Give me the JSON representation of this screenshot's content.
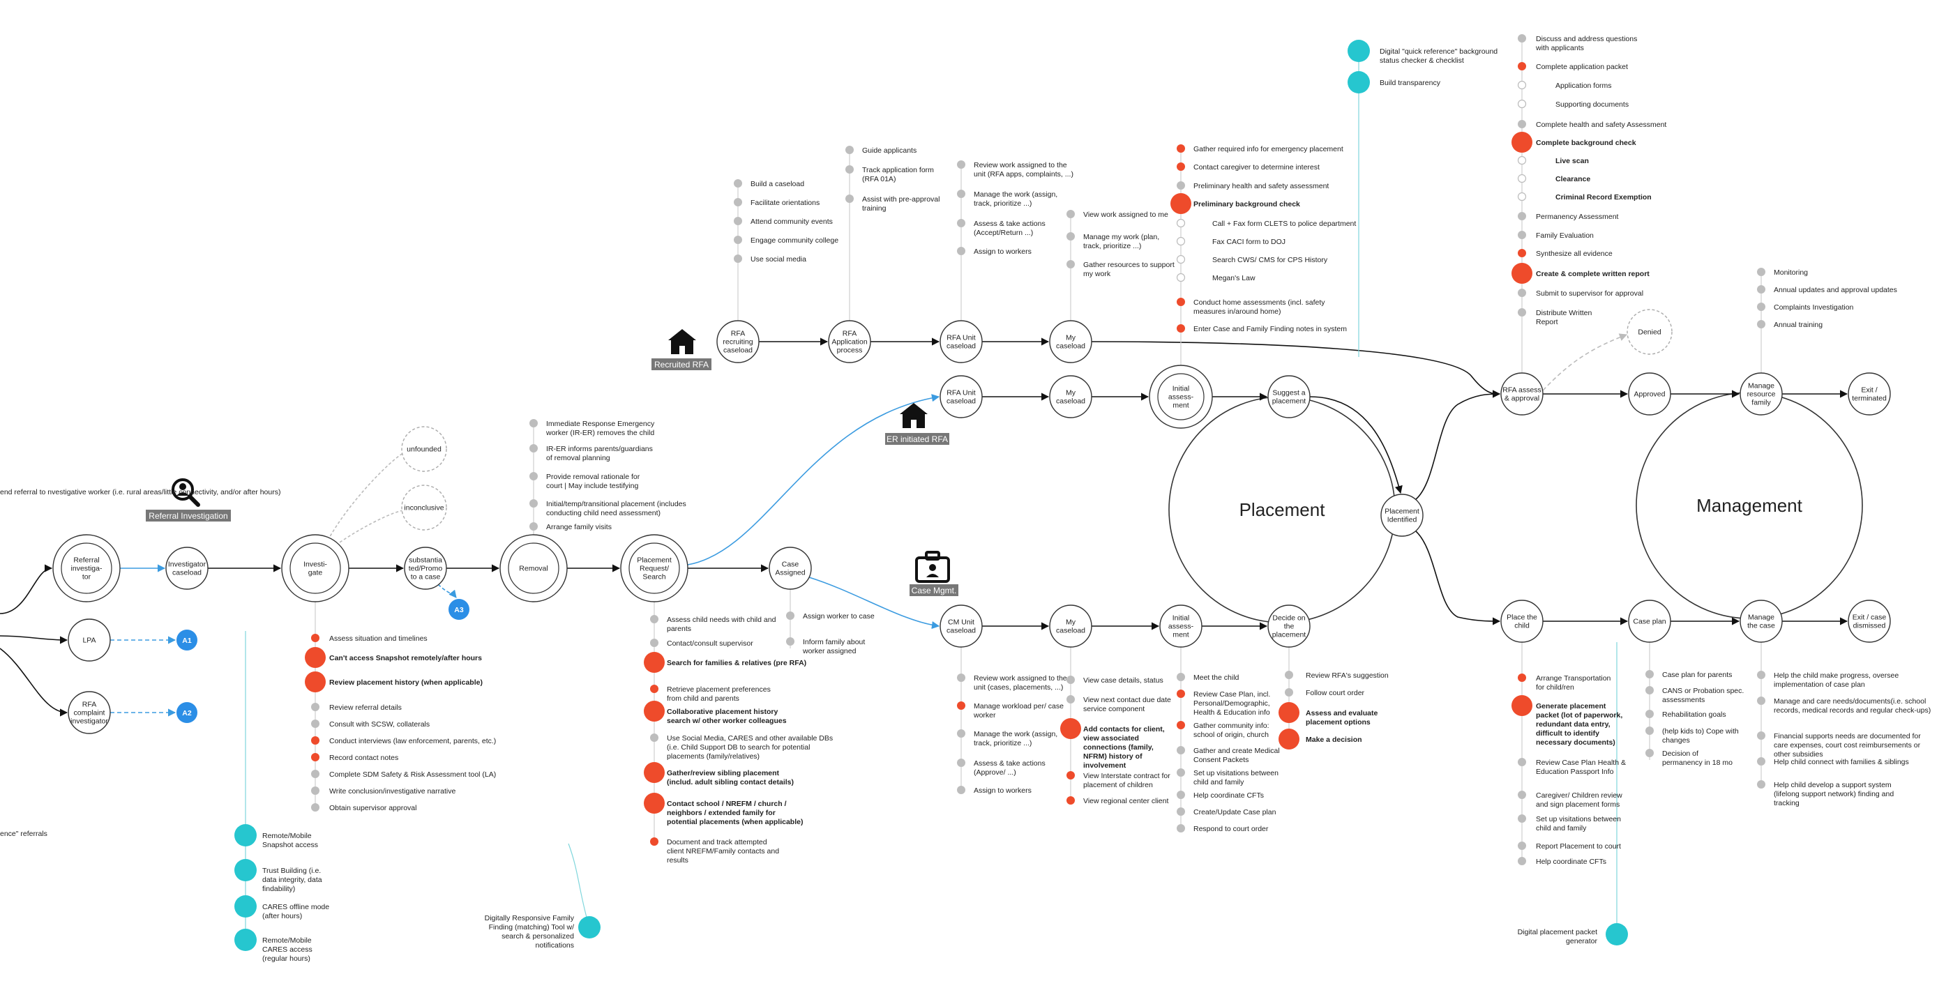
{
  "diagram": {
    "placement_title": "Placement",
    "management_title": "Management",
    "icons": {
      "recruited_rfa": "Recruited RFA",
      "referral_investigation": "Referral Investigation",
      "er_initiated_rfa": "ER initiated RFA",
      "case_mgmt": "Case Mgmt."
    },
    "nodes": {
      "rfa_recruiting": "RFA\nrecruiting\ncaseload",
      "rfa_application": "RFA\nApplication\nprocess",
      "rfa_unit_1": "RFA Unit\ncaseload",
      "my_caseload_1": "My\ncaseload",
      "rfa_unit_2": "RFA Unit\ncaseload",
      "my_caseload_2": "My\ncaseload",
      "initial_assessment_1": "Initial\nassess-\nment",
      "suggest_placement": "Suggest a\nplacement",
      "placement_identified": "Placement\nIdentified",
      "rfa_assess": "RFA assess\n& approval",
      "approved": "Approved",
      "manage_resource_family": "Manage\nresource\nfamily",
      "exit_terminated": "Exit /\nterminated",
      "denied": "Denied",
      "referral_investigator": "Referral\ninvestiga-\ntor",
      "investigator_caseload": "Investigator\ncaseload",
      "investigate": "Investi-\ngate",
      "substantiated": "substantia\nted/Promo\nto a case",
      "unfounded": "unfounded",
      "inconclusive": "inconclusive",
      "removal": "Removal",
      "placement_request": "Placement\nRequest/\nSearch",
      "case_assigned": "Case\nAssigned",
      "lpa": "LPA",
      "rfa_complaint": "RFA\ncomplaint\ninvestigator",
      "a1": "A1",
      "a2": "A2",
      "a3": "A3",
      "cm_unit": "CM Unit\ncaseload",
      "my_caseload_3": "My\ncaseload",
      "initial_assessment_2": "Initial\nassess-\nment",
      "decide_placement": "Decide on\nthe\nplacement",
      "place_child": "Place the\nchild",
      "case_plan": "Case plan",
      "manage_case": "Manage\nthe case",
      "exit_dismissed": "Exit / case\ndismissed"
    },
    "notes": {
      "left_referral": "end referral to\nnvestigative\nworker (i.e. rural\nareas/little\nconnectivity,\nand/or after\nhours)",
      "left_bottom": "ence\" referrals",
      "recruit": [
        "Build a caseload",
        "Facilitate orientations",
        "Attend community events",
        "Engage community college",
        "Use social media"
      ],
      "application": [
        "Guide applicants",
        "Track application form\n(RFA 01A)",
        "Assist with pre-approval\ntraining"
      ],
      "rfa_unit": [
        "Review work assigned to the\nunit (RFA apps, complaints, ...)",
        "Manage the work (assign,\ntrack, prioritize ...)",
        "Assess & take actions\n(Accept/Return ...)",
        "Assign to workers"
      ],
      "my_caseload": [
        "View work assigned to me",
        "Manage my work (plan,\ntrack, prioritize ...)",
        "Gather resources to support\nmy work"
      ],
      "emergency": [
        "Gather required info for emergency placement",
        "Contact caregiver to determine interest",
        "Preliminary health and safety assessment",
        "Preliminary background check",
        "Call + Fax form CLETS to police department",
        "Fax CACI form to DOJ",
        "Search CWS/ CMS for CPS History",
        "Megan's Law",
        "Conduct home assessments (incl. safety\nmeasures in/around home)",
        "Enter Case and Family Finding notes in system"
      ],
      "digital_top": [
        "Digital \"quick reference\" background\nstatus checker & checklist",
        "Build transparency"
      ],
      "approval": [
        "Discuss and address questions\nwith applicants",
        "Complete application packet",
        "Application forms",
        "Supporting documents",
        "Complete health and safety Assessment",
        "Complete background check",
        "Live scan",
        "Clearance",
        "Criminal Record Exemption",
        "Permanency Assessment",
        "Family Evaluation",
        "Synthesize all evidence",
        "Create & complete written report",
        "Submit to supervisor for approval",
        "Distribute Written\nReport"
      ],
      "resource_family": [
        "Monitoring",
        "Annual updates and approval updates",
        "Complaints Investigation",
        "Annual training"
      ],
      "removal": [
        "Immediate Response Emergency\nworker (IR-ER) removes the child",
        "IR-ER informs parents/guardians\nof removal planning",
        "Provide removal rationale for\ncourt | May include testifying",
        "Initial/temp/transitional placement (includes\nconducting child need assessment)",
        "Arrange family visits"
      ],
      "investigate": [
        "Assess situation and timelines",
        "Can't access Snapshot remotely/after hours",
        "Review placement history (when applicable)",
        "Review referral details",
        "Consult with SCSW, collaterals",
        "Conduct interviews (law enforcement, parents, etc.)",
        "Record contact notes",
        "Complete SDM Safety & Risk Assessment tool (LA)",
        "Write conclusion/investigative narrative",
        "Obtain supervisor approval"
      ],
      "remote": [
        "Remote/Mobile\nSnapshot access",
        "Trust Building (i.e.\ndata integrity, data\nfindability)",
        "CARES offline mode\n(after hours)",
        "Remote/Mobile\nCARES access\n(regular hours)"
      ],
      "placement_search": [
        "Assess child needs with child and\nparents",
        "Contact/consult supervisor",
        "Search for families & relatives (pre RFA)",
        "Retrieve placement preferences\nfrom child and parents",
        "Collaborative placement history\nsearch w/ other worker colleagues",
        "Use Social Media, CARES and other available DBs\n(i.e. Child Support DB to search for potential\nplacements (family/relatives)",
        "Gather/review sibling placement\n(includ. adult sibling contact details)",
        "Contact school / NREFM / church /\nneighbors / extended family for\npotential placements (when applicable)",
        "Document and track attempted\nclient NREFM/Family contacts and\nresults"
      ],
      "digital_family_finding": "Digitally Responsive Family\nFinding (matching) Tool w/\nsearch & personalized\nnotifications",
      "case_assigned": [
        "Assign worker to case",
        "Inform family about\nworker assigned"
      ],
      "cm_unit": [
        "Review work assigned to the\nunit (cases, placements, ...)",
        "Manage workload per/ case\nworker",
        "Manage the work (assign,\ntrack, prioritize ...)",
        "Assess & take actions\n(Approve/ ...)",
        "Assign to workers"
      ],
      "my_caseload_3": [
        "View case details, status",
        "View next contact due date\nservice component",
        "Add contacts for client,\nview associated\nconnections (family,\nNFRM) history of\ninvolvement",
        "View Interstate contract for\nplacement of children",
        "View regional center client"
      ],
      "initial_assessment_2": [
        "Meet the child",
        "Review Case Plan, incl.\nPersonal/Demographic,\nHealth & Education info",
        "Gather community info:\nschool of origin, church",
        "Gather and create Medical\nConsent Packets",
        "Set up visitations between\nchild and family",
        "Help coordinate CFTs",
        "Create/Update Case plan",
        "Respond to court order"
      ],
      "decide": [
        "Review RFA's suggestion",
        "Follow court order",
        "Assess and evaluate\nplacement options",
        "Make a decision"
      ],
      "place_child": [
        "Arrange Transportation\nfor child/ren",
        "Generate placement\npacket (lot of paperwork,\nredundant data entry,\ndifficult to identify\nnecessary documents)",
        "Review Case Plan Health &\nEducation Passport Info",
        "Caregiver/ Children review\nand sign placement forms",
        "Set up visitations between\nchild and family",
        "Report Placement to court",
        "Help coordinate CFTs"
      ],
      "digital_packet": "Digital placement packet\ngenerator",
      "case_plan": [
        "Case plan for parents",
        "CANS or Probation spec.\nassessments",
        "Rehabilitation goals",
        "(help kids to) Cope with\nchanges",
        "Decision of\npermanency in 18 mo"
      ],
      "manage_case": [
        "Help the child make progress, oversee\nimplementation of case plan",
        "Manage and care needs/documents(i.e. school\nrecords, medical records and regular check-ups)",
        "Financial supports needs are documented for\ncare expenses, court cost reimbursements or\nother subsidies",
        "Help child connect with families & siblings",
        "Help child develop a support system\n(lifelong support network) finding and\ntracking"
      ]
    }
  },
  "colors": {
    "grey_dot": "#bdbdbd",
    "red_dot": "#ee4b2b",
    "teal_dot": "#26c6cf",
    "blue_node": "#2b8ee6",
    "blue_line": "#3b9be0",
    "line": "#111111",
    "circle_stroke": "#333333",
    "tag_bg": "#777777"
  }
}
